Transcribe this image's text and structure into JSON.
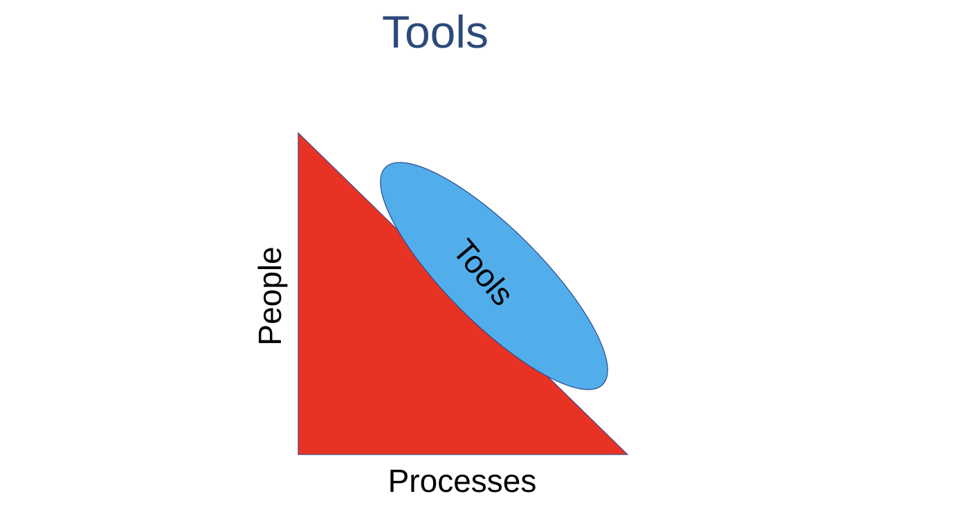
{
  "slide": {
    "title": "Tools"
  },
  "diagram": {
    "axis_x_label": "Processes",
    "axis_y_label": "People",
    "ellipse_label": "Tools"
  },
  "colors": {
    "title": "#2b4a7b",
    "triangle_fill": "#e83324",
    "triangle_stroke": "#3b4a8c",
    "ellipse_fill": "#52adeb",
    "ellipse_stroke": "#2a4a8a"
  }
}
